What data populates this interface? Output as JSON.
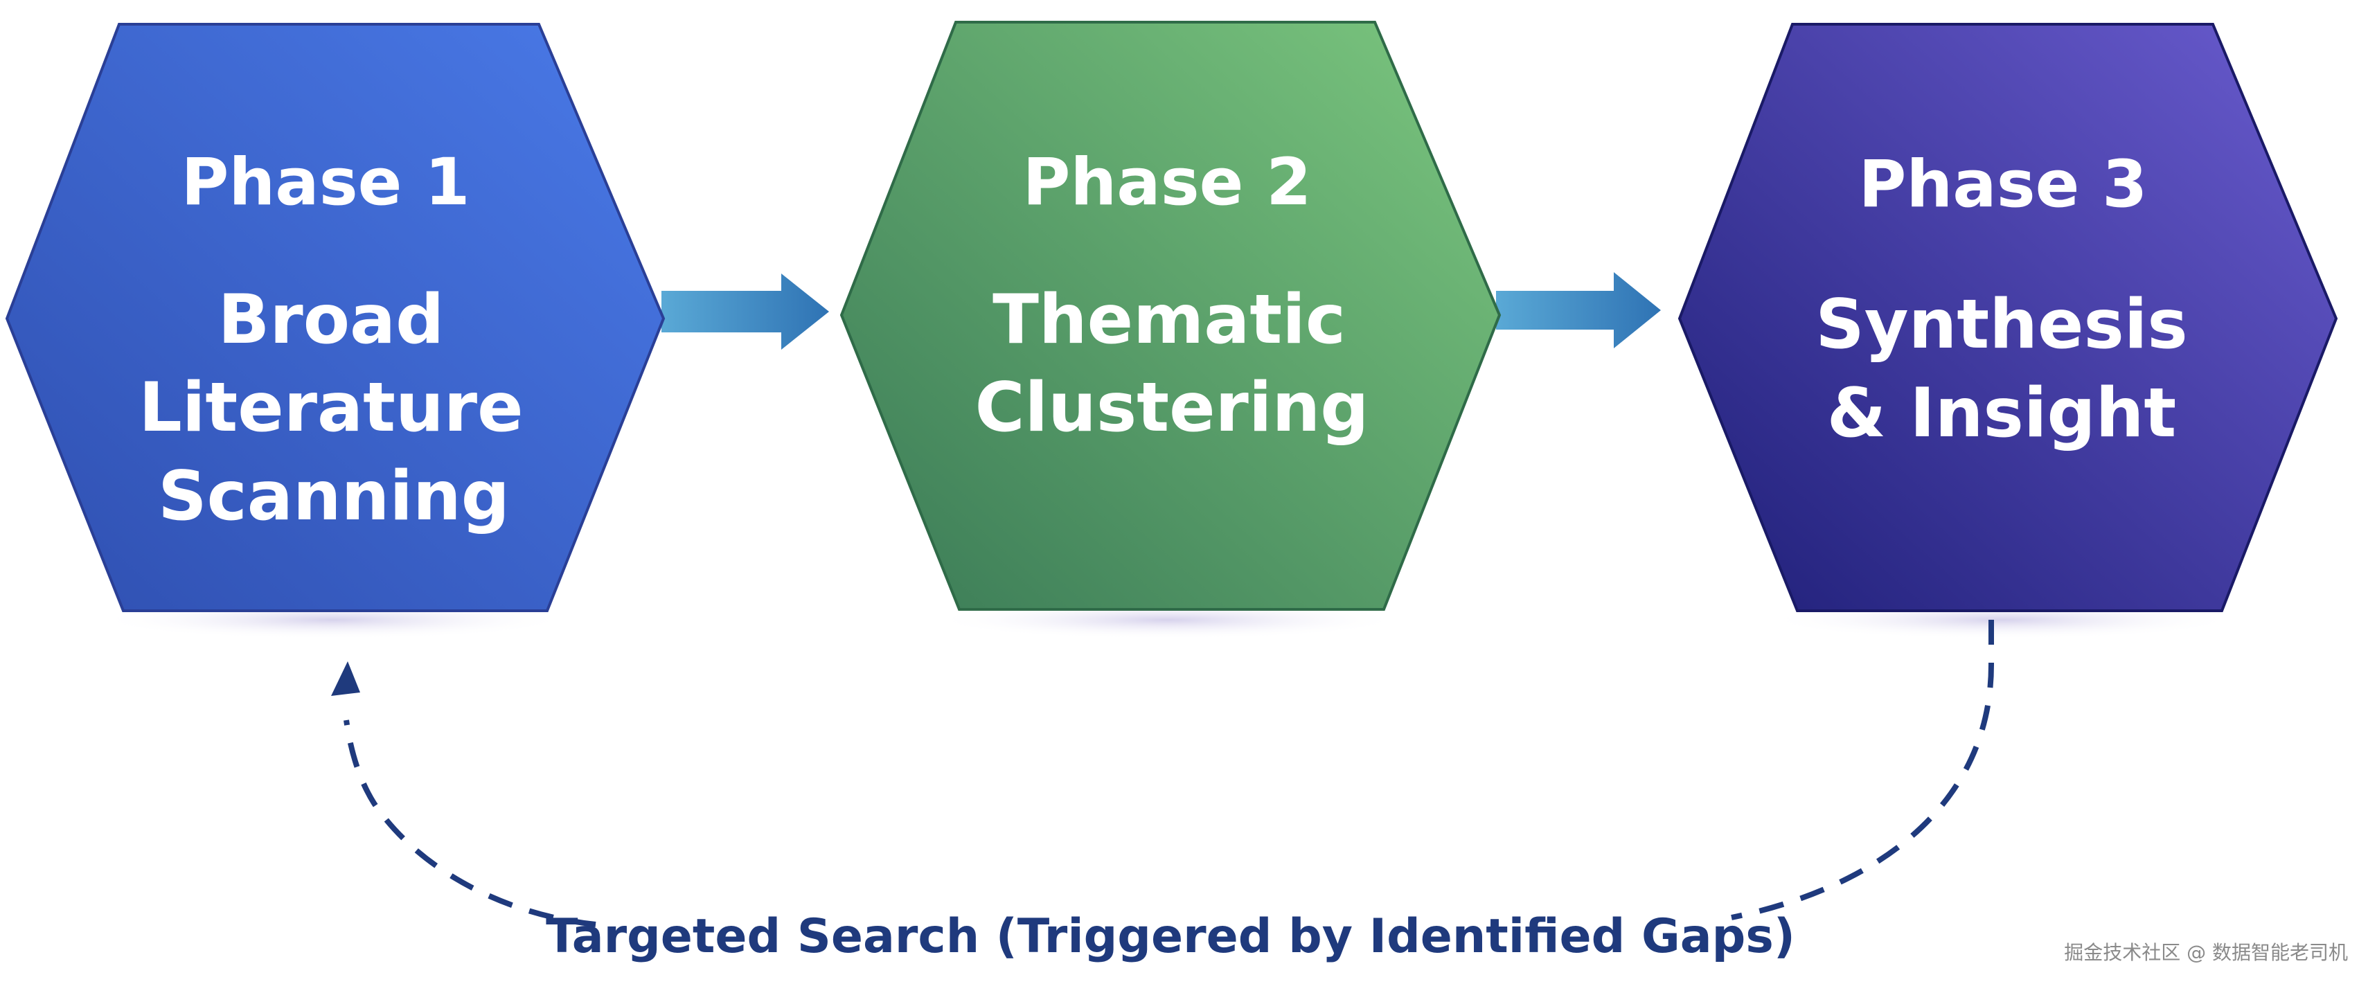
{
  "diagram": {
    "phases": [
      {
        "title": "Phase 1",
        "label_lines": [
          "Broad",
          "Literature",
          "Scanning"
        ],
        "gradient": [
          "#2f4fb0",
          "#4a7ae8"
        ]
      },
      {
        "title": "Phase 2",
        "label_lines": [
          "Thematic",
          "Clustering"
        ],
        "gradient": [
          "#3a7a56",
          "#7cc77f"
        ]
      },
      {
        "title": "Phase 3",
        "label_lines": [
          "Synthesis",
          "& Insight"
        ],
        "gradient": [
          "#1f1f78",
          "#6a5ccf"
        ]
      }
    ],
    "arrow_colors": [
      "#5aa9d6",
      "#2f73b4"
    ],
    "loop": {
      "label": "Targeted Search (Triggered by Identified Gaps)",
      "color": "#1f3a7d"
    }
  },
  "watermark": "掘金技术社区 @ 数据智能老司机"
}
